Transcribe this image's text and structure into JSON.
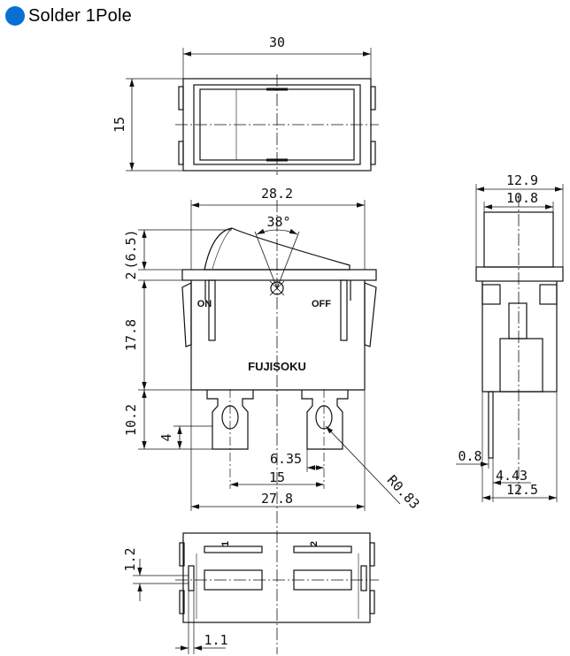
{
  "header": {
    "title": "Solder 1Pole",
    "accent_color": "#0a6fd4",
    "bullet_icon": "circle-bullet-icon"
  },
  "drawing": {
    "top_view": {
      "width_dim": "30",
      "height_dim": "15"
    },
    "front_view": {
      "body_width_dim": "28.2",
      "angle_dim": "38°",
      "actuator_height_dim": "(6.5)",
      "flange_dim": "2",
      "body_height_dim": "17.8",
      "terminal_height_dim": "10.2",
      "hole_dim": "4",
      "hole_offset_dim": "6.35",
      "terminal_pitch_dim": "15",
      "base_width_dim": "27.8",
      "radius_dim": "R0.83",
      "on_label": "ON",
      "off_label": "OFF",
      "brand_label": "FUJISOKU"
    },
    "side_view": {
      "flange_width_dim": "12.9",
      "actuator_width_dim": "10.8",
      "terminal_thickness_dim": "0.8",
      "terminal_offset_dim": "4.43",
      "body_depth_dim": "12.5"
    },
    "bottom_view": {
      "clip_dim": "1.2",
      "edge_dim": "1.1",
      "terminal_1_label": "1",
      "terminal_2_label": "2"
    }
  }
}
